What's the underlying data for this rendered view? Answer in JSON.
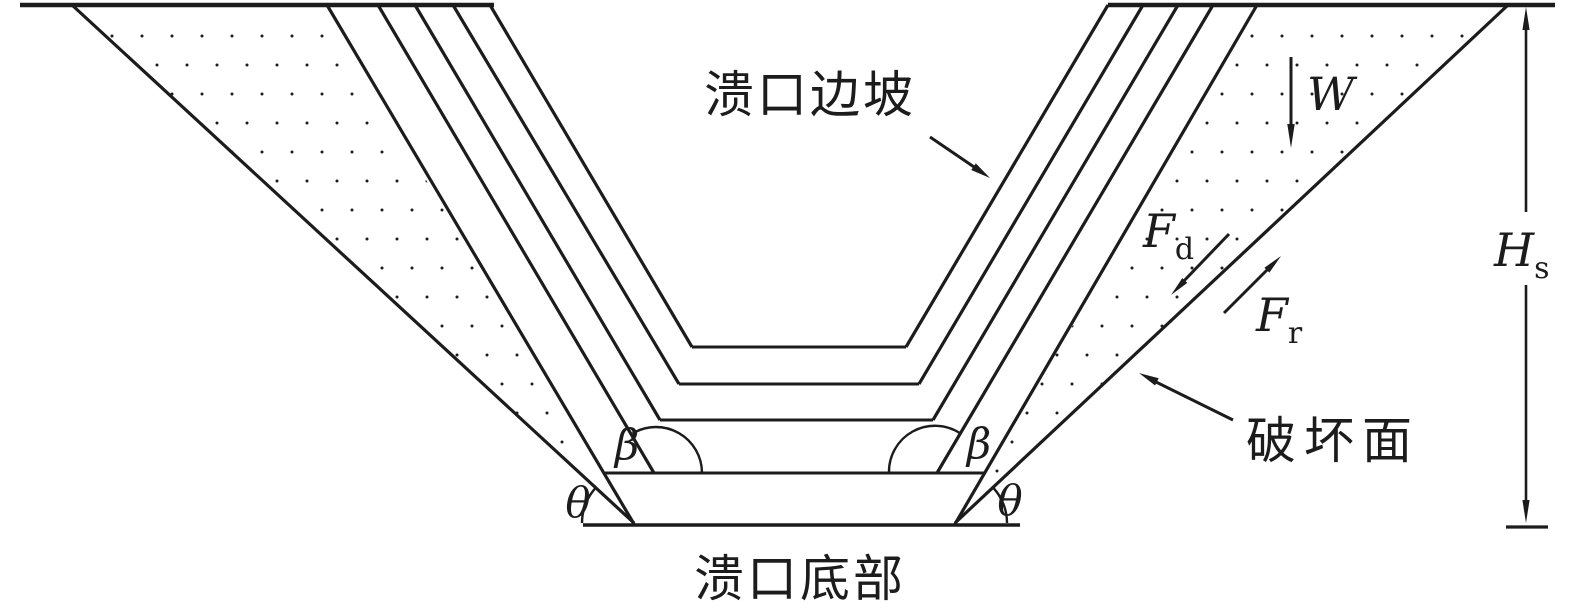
{
  "colors": {
    "ink": "#1c1c1c",
    "background": "#ffffff"
  },
  "labels": {
    "breach_slope": "溃口边坡",
    "breach_bottom": "溃口底部",
    "failure_surface": "破坏面",
    "weight": "W",
    "driving_force": {
      "base": "F",
      "sub": "d"
    },
    "resisting_force": {
      "base": "F",
      "sub": "r"
    },
    "breach_depth": {
      "base": "H",
      "sub": "s"
    },
    "side_slope_angle": "β",
    "failure_plane_angle": "θ"
  }
}
